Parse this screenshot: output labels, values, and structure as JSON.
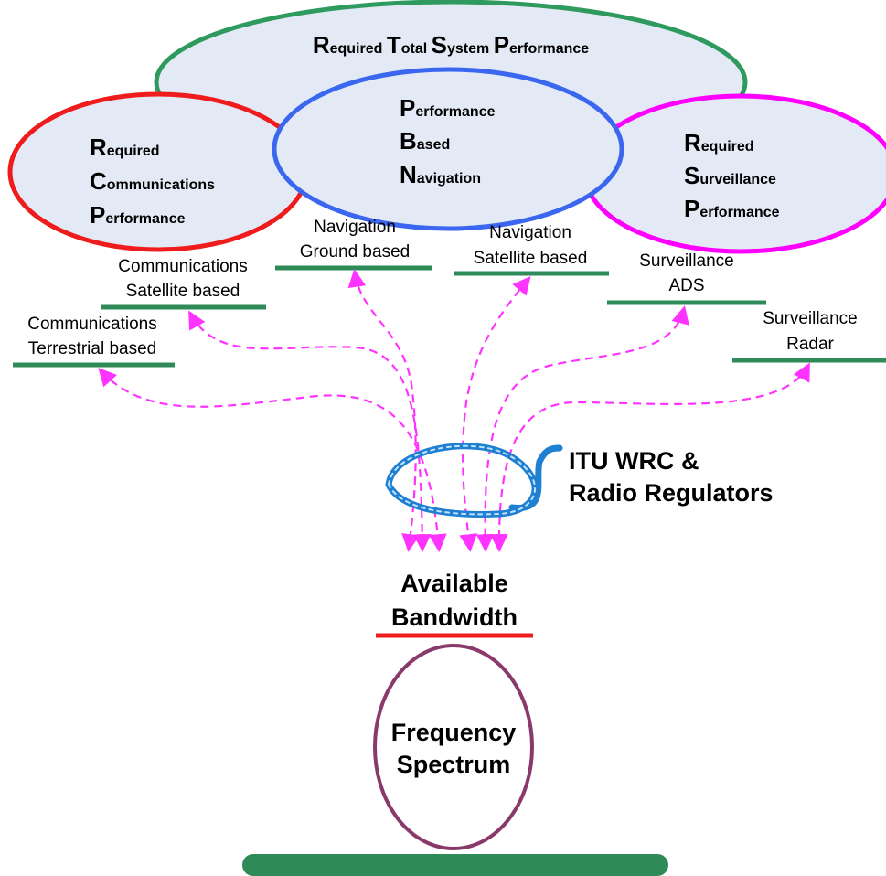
{
  "colors": {
    "ellipse_fill": "#e4eaf5",
    "rtsp_stroke": "#2e9a5e",
    "pbn_stroke": "#3a66f0",
    "rcp_stroke": "#ee1c1c",
    "rsp_stroke": "#ff00ff",
    "underline": "#2e8b57",
    "arrow": "#ff33ff",
    "rope": "#1f7fd0",
    "bandwidth_line": "#ee1c1c",
    "spectrum_stroke": "#8a3a6a",
    "base_bar": "#2e8b57"
  },
  "rtsp": {
    "words": [
      {
        "cap": "R",
        "rest": "equired"
      },
      {
        "cap": "T",
        "rest": "otal"
      },
      {
        "cap": "S",
        "rest": "ystem"
      },
      {
        "cap": "P",
        "rest": "erformance"
      }
    ]
  },
  "pbn": {
    "lines": [
      {
        "cap": "P",
        "rest": "erformance"
      },
      {
        "cap": "B",
        "rest": "ased"
      },
      {
        "cap": "N",
        "rest": "avigation"
      }
    ]
  },
  "rcp": {
    "lines": [
      {
        "cap": "R",
        "rest": "equired"
      },
      {
        "cap": "C",
        "rest": "ommunications"
      },
      {
        "cap": "P",
        "rest": "erformance"
      }
    ]
  },
  "rsp": {
    "lines": [
      {
        "cap": "R",
        "rest": "equired"
      },
      {
        "cap": "S",
        "rest": "urveillance"
      },
      {
        "cap": "P",
        "rest": "erformance"
      }
    ]
  },
  "systems": {
    "nav_ground": [
      "Navigation",
      "Ground based"
    ],
    "nav_satellite": [
      "Navigation",
      "Satellite based"
    ],
    "comm_satellite": [
      "Communications",
      "Satellite based"
    ],
    "comm_terrestrial": [
      "Communications",
      "Terrestrial based"
    ],
    "surv_ads": [
      "Surveillance",
      "ADS"
    ],
    "surv_radar": [
      "Surveillance",
      "Radar"
    ]
  },
  "regulators": [
    "ITU WRC &",
    "Radio Regulators"
  ],
  "bandwidth": [
    "Available",
    "Bandwidth"
  ],
  "spectrum": [
    "Frequency",
    "Spectrum"
  ]
}
